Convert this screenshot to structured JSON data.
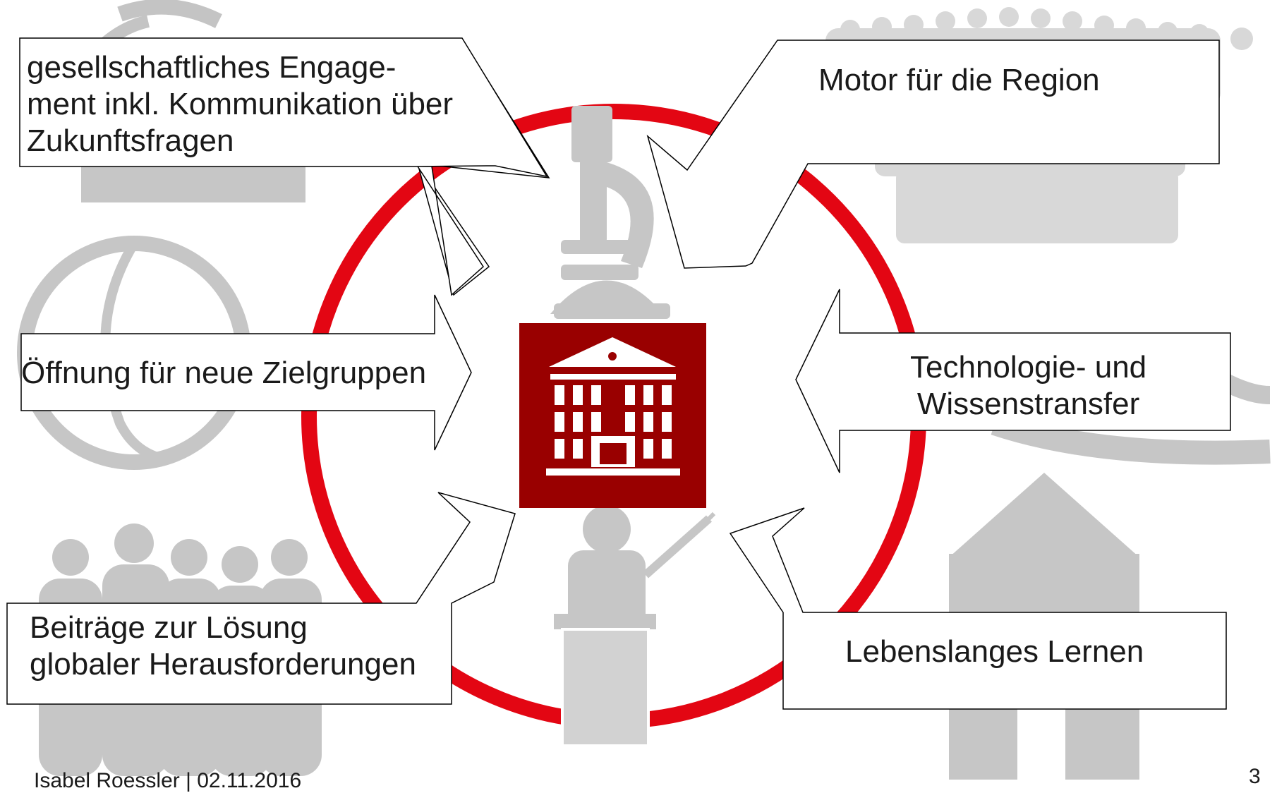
{
  "diagram": {
    "center": {
      "icon": "university-building-icon",
      "color": "#990000"
    },
    "ring_color": "#e30613",
    "background_icons": [
      "laurel-icon",
      "crowd-icon",
      "globe-icon",
      "people-group-icon",
      "microscope-icon",
      "teacher-icon",
      "house-icon",
      "hands-icon",
      "banner-icon"
    ],
    "callouts": [
      {
        "id": "gesellschaft",
        "lines": [
          "gesellschaftliches Engage-",
          "ment inkl. Kommunikation über",
          "Zukunftsfragen"
        ]
      },
      {
        "id": "motor",
        "lines": [
          "Motor für die Region"
        ]
      },
      {
        "id": "oeffnung",
        "lines": [
          "Öffnung für neue Zielgruppen"
        ]
      },
      {
        "id": "transfer",
        "lines": [
          "Technologie- und",
          "Wissenstransfer"
        ]
      },
      {
        "id": "beitraege",
        "lines": [
          "Beiträge zur Lösung",
          "globaler Herausforderungen"
        ]
      },
      {
        "id": "lernen",
        "lines": [
          "Lebenslanges Lernen"
        ]
      }
    ]
  },
  "footer": {
    "author": "Isabel Roessler | 02.11.2016",
    "page": "3"
  }
}
